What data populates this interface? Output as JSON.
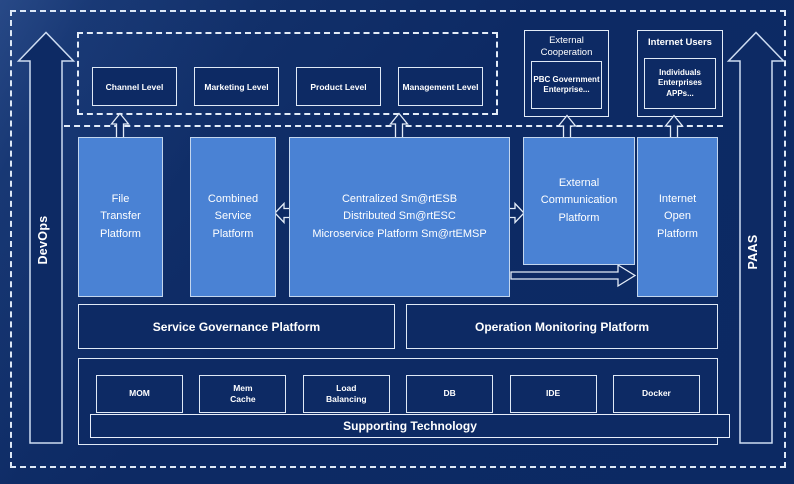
{
  "colors": {
    "background_navy": "#0d2a64",
    "box_light_blue": "#4a82d4",
    "border_light": "#dfe9f6",
    "text": "#ffffff"
  },
  "rails": {
    "devops": "DevOps",
    "paas": "PAAS"
  },
  "levels": {
    "items": [
      {
        "label": "Channel Level"
      },
      {
        "label": "Marketing Level"
      },
      {
        "label": "Product Level"
      },
      {
        "label": "Management Level"
      }
    ]
  },
  "top_right": {
    "external_cooperation": {
      "title": "External\nCooperation",
      "body": "PBC Government\nEnterprise..."
    },
    "internet_users": {
      "title": "Internet Users",
      "body": "Individuals\nEnterprises\nAPPs..."
    }
  },
  "platforms": {
    "file_transfer": "File\nTransfer\nPlatform",
    "combined_service": "Combined\nService\nPlatform",
    "esb": "Centralized Sm@rtESB\nDistributed Sm@rtESC\nMicroservice Platform Sm@rtEMSP",
    "external_communication": "External\nCommunication\nPlatform",
    "internet_open": "Internet\nOpen\nPlatform"
  },
  "governance": {
    "service": "Service Governance Platform",
    "operation": "Operation Monitoring Platform"
  },
  "supporting": {
    "items": [
      {
        "label": "MOM"
      },
      {
        "label": "Mem\nCache"
      },
      {
        "label": "Load\nBalancing"
      },
      {
        "label": "DB"
      },
      {
        "label": "IDE"
      },
      {
        "label": "Docker"
      }
    ],
    "title": "Supporting Technology"
  }
}
